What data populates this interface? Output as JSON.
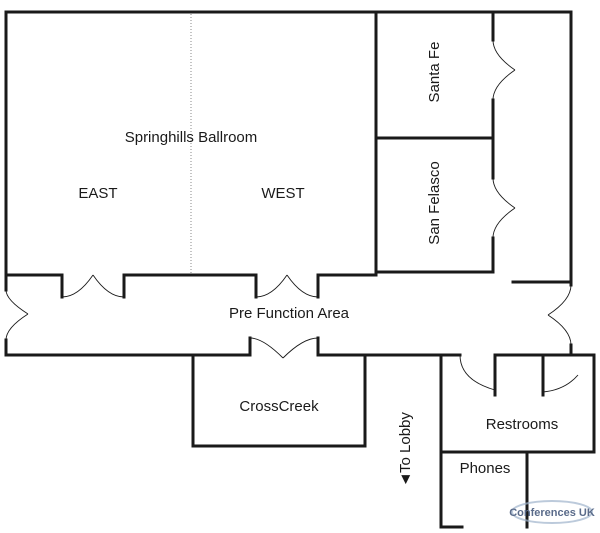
{
  "floor_plan": {
    "rooms": {
      "ballroom": "Springhills Ballroom",
      "east": "EAST",
      "west": "WEST",
      "santa_fe": "Santa Fe",
      "san_felasco": "San Felasco",
      "pre_function": "Pre Function Area",
      "crosscreek": "CrossCreek",
      "restrooms": "Restrooms",
      "phones": "Phones"
    },
    "direction": {
      "arrow": "◄",
      "label": "To Lobby"
    },
    "watermark": "Conferences UK"
  }
}
